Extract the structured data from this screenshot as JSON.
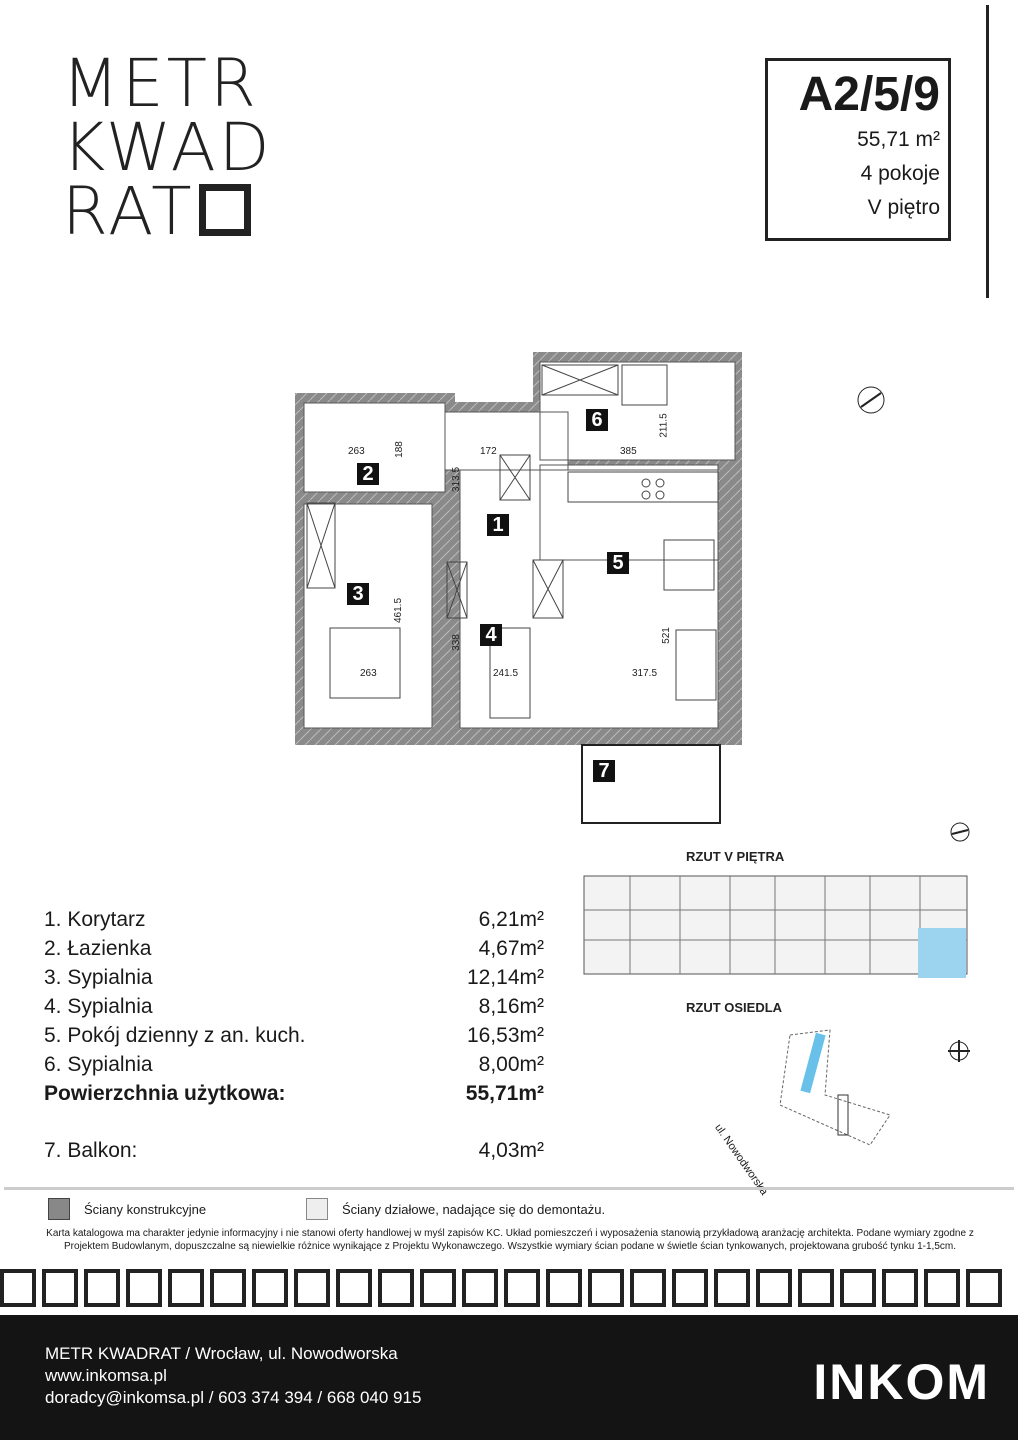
{
  "logo": {
    "line1": "METR",
    "line2": "KWAD",
    "line3": "RAT"
  },
  "apartment": {
    "code": "A2/5/9",
    "area": "55,71 m²",
    "rooms": "4 pokoje",
    "floor": "V piętro"
  },
  "plan": {
    "room_labels": [
      "1",
      "2",
      "3",
      "4",
      "5",
      "6",
      "7"
    ],
    "dimensions": [
      "263",
      "188",
      "172",
      "385",
      "211.5",
      "313.5",
      "461.5",
      "338",
      "241.5",
      "317.5",
      "521",
      "263"
    ]
  },
  "rooms": [
    {
      "name": "1. Korytarz",
      "area": "6,21m²"
    },
    {
      "name": "2. Łazienka",
      "area": "4,67m²"
    },
    {
      "name": "3. Sypialnia",
      "area": "12,14m²"
    },
    {
      "name": "4. Sypialnia",
      "area": "8,16m²"
    },
    {
      "name": "5. Pokój dzienny z an. kuch.",
      "area": "16,53m²"
    },
    {
      "name": "6. Sypialnia",
      "area": "8,00m²"
    }
  ],
  "total": {
    "name": "Powierzchnia użytkowa:",
    "area": "55,71m²"
  },
  "balcony": {
    "name": "7. Balkon:",
    "area": "4,03m²"
  },
  "minimaps": {
    "floor_title": "RZUT V PIĘTRA",
    "estate_title": "RZUT OSIEDLA",
    "street": "ul. Nowodworska"
  },
  "legend": {
    "structural": "Ściany konstrukcyjne",
    "partition": "Ściany działowe, nadające się do demontażu."
  },
  "disclaimer": {
    "line1": "Karta katalogowa ma charakter jedynie informacyjny i nie stanowi oferty handlowej w myśl zapisów KC. Układ pomieszczeń i wyposażenia stanowią przykładową aranżację architekta. Podane wymiary zgodne z",
    "line2": "Projektem Budowlanym, dopuszczalne są niewielkie różnice wynikające z  Projektu Wykonawczego. Wszystkie wymiary ścian podane w świetle ścian  tynkowanych, projektowana grubość tynku 1-1,5cm."
  },
  "footer": {
    "line1": "METR KWADRAT / Wrocław, ul. Nowodworska",
    "line2": "www.inkomsa.pl",
    "line3": "doradcy@inkomsa.pl / 603 374 394 / 668 040 915",
    "brand": "INKOM"
  }
}
